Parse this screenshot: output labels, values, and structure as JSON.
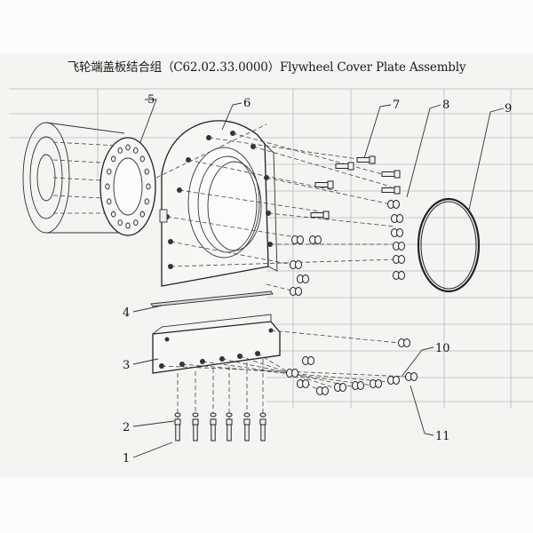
{
  "diagram": {
    "title": "飞轮端盖板结合组（C62.02.33.0000）Flywheel Cover Plate Assembly",
    "callouts": [
      "1",
      "2",
      "3",
      "4",
      "5",
      "6",
      "7",
      "8",
      "9",
      "10",
      "11"
    ],
    "parts": {
      "flywheel": "flywheel-housing-icon",
      "cover_plate": "flywheel-cover-plate-icon",
      "seal_ring": "o-ring-icon",
      "bottom_bracket": "bracket-plate-icon",
      "gasket": "gasket-strip-icon",
      "bolts": "bolt-icon",
      "washers": "washer-icon"
    },
    "colors": {
      "ink": "#222222",
      "paper": "#f4f4f2"
    }
  }
}
